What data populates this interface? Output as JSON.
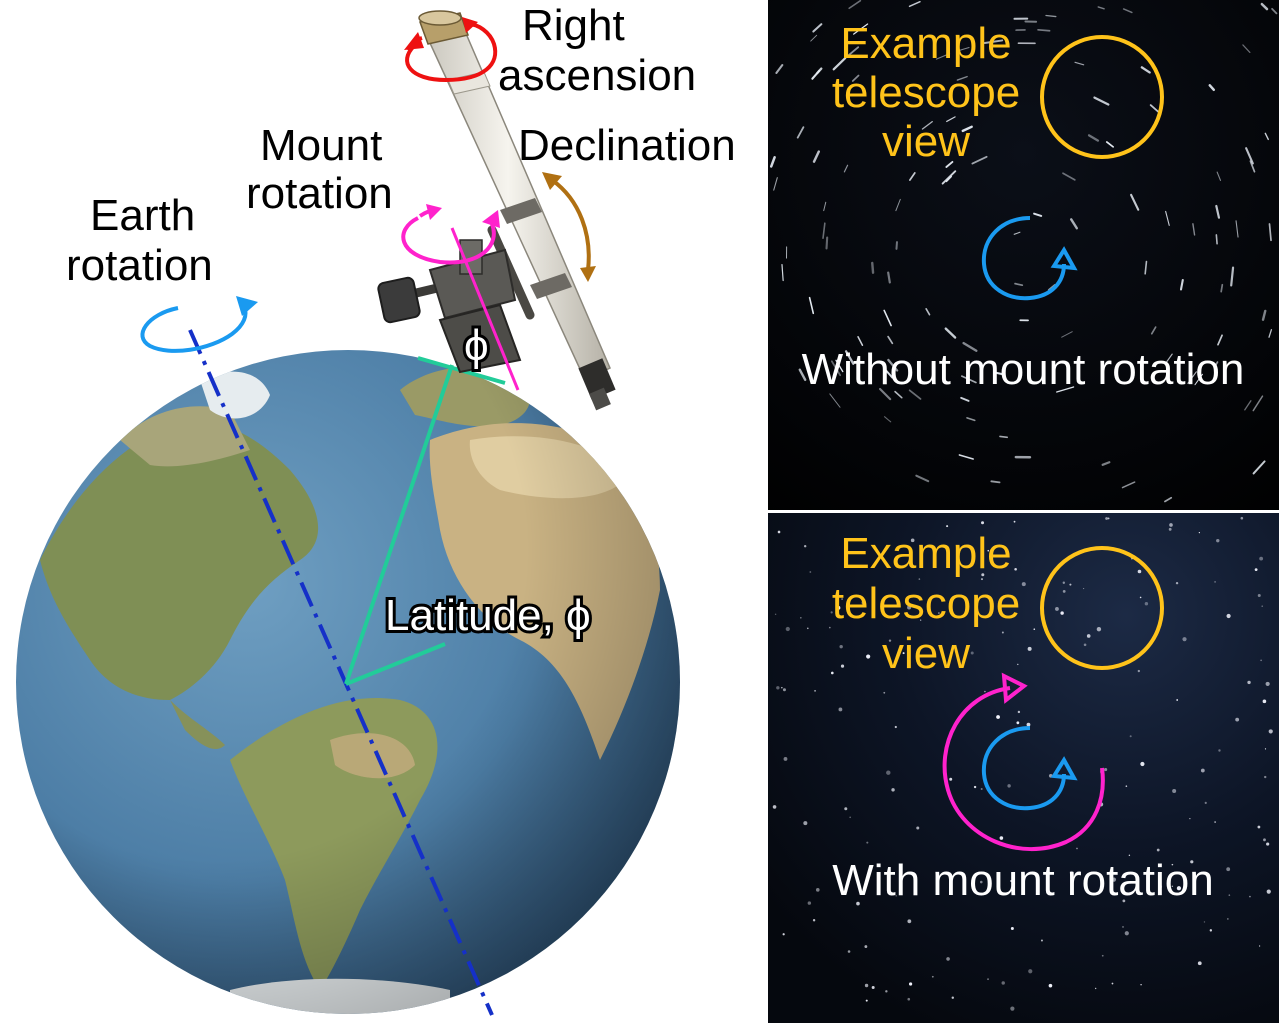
{
  "labels": {
    "right_ascension_1": "Right",
    "right_ascension_2": "ascension",
    "declination": "Declination",
    "mount_rotation_1": "Mount",
    "mount_rotation_2": "rotation",
    "earth_rotation_1": "Earth",
    "earth_rotation_2": "rotation",
    "phi": "ϕ",
    "latitude": "Latitude, ϕ"
  },
  "panels": {
    "top": {
      "example_1": "Example",
      "example_2": "telescope",
      "example_3": "view",
      "caption": "Without mount rotation"
    },
    "bottom": {
      "example_1": "Example",
      "example_2": "telescope",
      "example_3": "view",
      "caption": "With mount rotation"
    }
  },
  "colors": {
    "earth_rotation": "#1a9af0",
    "mount_rotation": "#ff22cc",
    "right_ascension": "#ee1111",
    "declination": "#b07012",
    "latitude": "#22cc99",
    "earth_axis": "#1530c8",
    "telescope_view": "#ffc31a",
    "panel_bg": "#000000"
  },
  "icons": [
    "earth-globe",
    "telescope",
    "circular-arrow"
  ]
}
